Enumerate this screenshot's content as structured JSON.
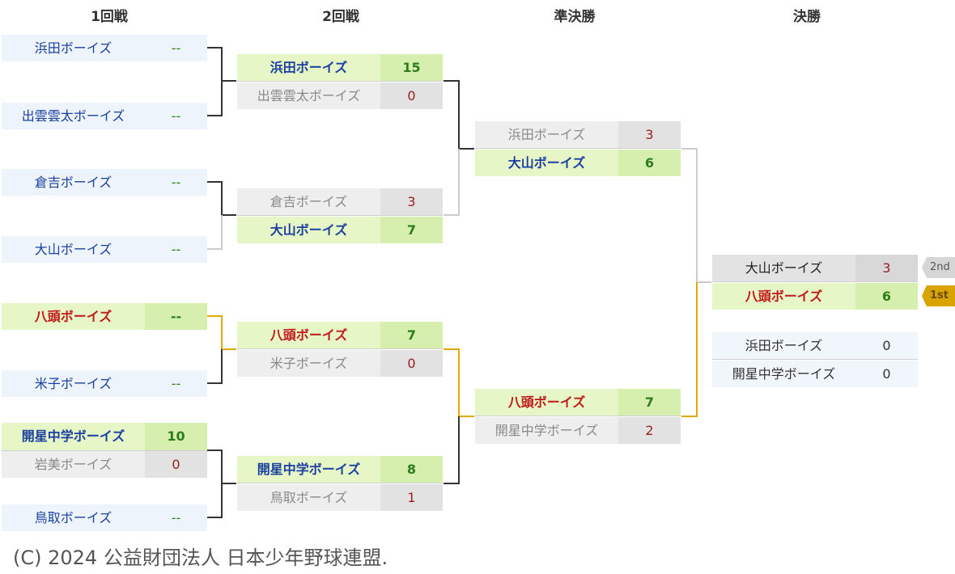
{
  "headers": {
    "r1": "1回戦",
    "r2": "2回戦",
    "semi": "準決勝",
    "final": "決勝"
  },
  "r1": {
    "m1": {
      "a": {
        "name": "浜田ボーイズ",
        "score": "--"
      }
    },
    "m2": {
      "a": {
        "name": "出雲雲太ボーイズ",
        "score": "--"
      }
    },
    "m3": {
      "a": {
        "name": "倉吉ボーイズ",
        "score": "--"
      }
    },
    "m4": {
      "a": {
        "name": "大山ボーイズ",
        "score": "--"
      }
    },
    "m5": {
      "a": {
        "name": "八頭ボーイズ",
        "score": "--"
      }
    },
    "m6": {
      "a": {
        "name": "米子ボーイズ",
        "score": "--"
      }
    },
    "m7": {
      "a": {
        "name": "開星中学ボーイズ",
        "score": "10"
      },
      "b": {
        "name": "岩美ボーイズ",
        "score": "0"
      }
    },
    "m8": {
      "a": {
        "name": "鳥取ボーイズ",
        "score": "--"
      }
    }
  },
  "r2": {
    "m1": {
      "a": {
        "name": "浜田ボーイズ",
        "score": "15"
      },
      "b": {
        "name": "出雲雲太ボーイズ",
        "score": "0"
      }
    },
    "m2": {
      "a": {
        "name": "倉吉ボーイズ",
        "score": "3"
      },
      "b": {
        "name": "大山ボーイズ",
        "score": "7"
      }
    },
    "m3": {
      "a": {
        "name": "八頭ボーイズ",
        "score": "7"
      },
      "b": {
        "name": "米子ボーイズ",
        "score": "0"
      }
    },
    "m4": {
      "a": {
        "name": "開星中学ボーイズ",
        "score": "8"
      },
      "b": {
        "name": "鳥取ボーイズ",
        "score": "1"
      }
    }
  },
  "semi": {
    "m1": {
      "a": {
        "name": "浜田ボーイズ",
        "score": "3"
      },
      "b": {
        "name": "大山ボーイズ",
        "score": "6"
      }
    },
    "m2": {
      "a": {
        "name": "八頭ボーイズ",
        "score": "7"
      },
      "b": {
        "name": "開星中学ボーイズ",
        "score": "2"
      }
    }
  },
  "final": {
    "a": {
      "name": "大山ボーイズ",
      "score": "3"
    },
    "b": {
      "name": "八頭ボーイズ",
      "score": "6"
    }
  },
  "third_place": {
    "a": {
      "name": "浜田ボーイズ",
      "score": "0"
    },
    "b": {
      "name": "開星中学ボーイズ",
      "score": "0"
    }
  },
  "badges": {
    "second": "2nd",
    "first": "1st"
  },
  "colors": {
    "winner_bg": "#e6f6c6",
    "gold": "#d9a300",
    "connector_gold": "#e0a800",
    "connector_dark": "#333333",
    "connector_light": "#cccccc"
  },
  "footer": "(C) 2024 公益財団法人 日本少年野球連盟."
}
